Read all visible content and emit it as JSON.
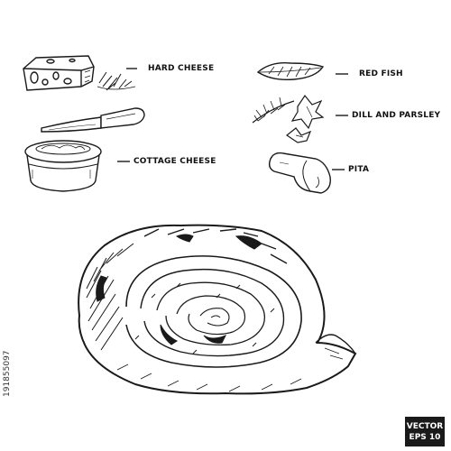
{
  "labels": {
    "hard_cheese": "HARD CHEESE",
    "red_fish": "RED FISH",
    "dill_and_parsley": "DILL AND PARSLEY",
    "cottage_cheese": "COTTAGE CHEESE",
    "pita": "PITA"
  },
  "stock_id": "191855097",
  "badge": {
    "line1": "VECTOR",
    "line2": "EPS 10"
  },
  "colors": {
    "ink": "#1a1a1a",
    "background": "#ffffff"
  }
}
